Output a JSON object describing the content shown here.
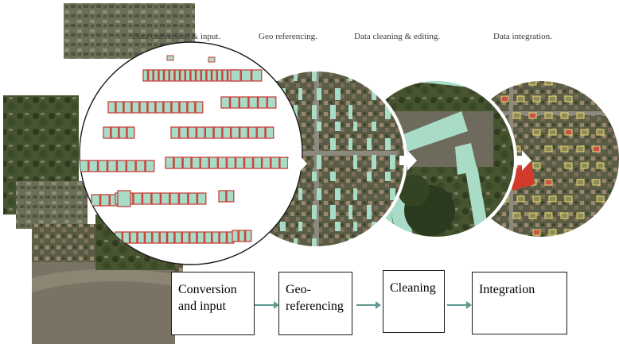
{
  "captions": [
    "Data conversion & input.",
    "Geo referencing.",
    "Data cleaning & editing.",
    "Data integration."
  ],
  "steps": [
    "Conversion and input",
    "Geo- referencing",
    "Cleaning",
    "Integration"
  ],
  "colors": {
    "building_fill": "#a9dcc7",
    "building_outline": "#c9403a",
    "aerial_dark": "#3e4630",
    "aerial_light": "#6f7654",
    "road": "#8c8a7e",
    "water": "#7a7363",
    "flow_arrow": "#5f9a90",
    "box_border": "#1c1c1c"
  }
}
